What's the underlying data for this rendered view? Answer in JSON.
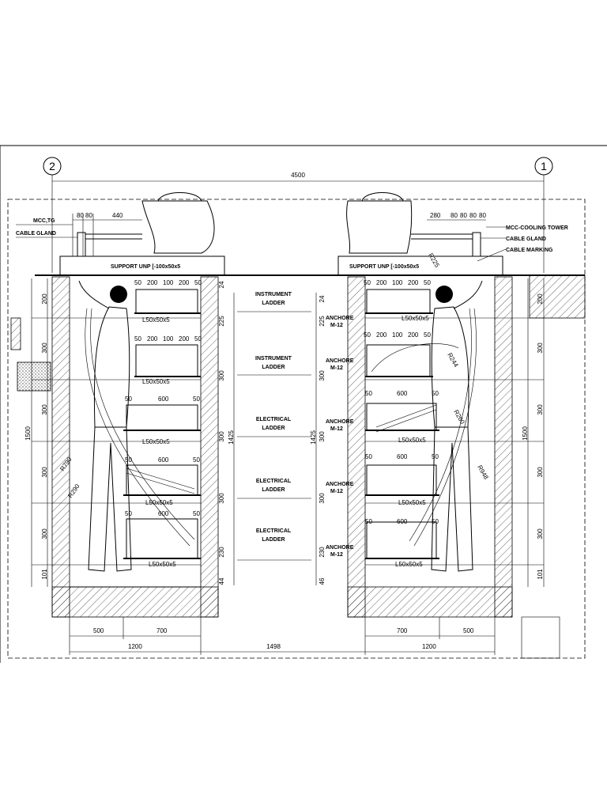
{
  "grid_markers": {
    "left": "2",
    "right": "1"
  },
  "overall_dimension": "4500",
  "left_side": {
    "callouts": {
      "tag": "MCC,TG",
      "gland": "CABLE GLAND"
    },
    "top_dims": [
      "80",
      "80",
      "440"
    ],
    "support": "SUPPORT UNP [-100x50x5",
    "vertical_dims": [
      "200",
      "300",
      "300",
      "300",
      "300",
      "101"
    ],
    "total_height": "1500",
    "tray_height_dims": [
      "225",
      "300",
      "300",
      "300",
      "230"
    ],
    "tray_top_dim": "24",
    "tray_bottom_dim": "44",
    "tray_total": "1425",
    "radius_labels": [
      "R790",
      "R290"
    ],
    "bottom_dims": [
      "500",
      "700"
    ],
    "bottom_total": "1200"
  },
  "right_side": {
    "callouts": {
      "tower": "MCC-COOLING TOWER",
      "gland": "CABLE GLAND",
      "marking": "CABLE MARKING"
    },
    "top_dims": [
      "280",
      "80",
      "80",
      "80",
      "80"
    ],
    "support": "SUPPORT UNP [-100x50x5",
    "vertical_dims": [
      "200",
      "300",
      "300",
      "300",
      "300",
      "101"
    ],
    "total_height": "1500",
    "tray_height_dims": [
      "225",
      "300",
      "300",
      "300",
      "230"
    ],
    "tray_top_dim": "24",
    "tray_bottom_dim": "46",
    "tray_total": "1425",
    "radius_labels": [
      "R225",
      "R244",
      "R260",
      "R948"
    ],
    "anchor": [
      "ANCHORE",
      "M-12"
    ],
    "bottom_dims": [
      "700",
      "500"
    ],
    "bottom_total": "1200"
  },
  "center_gap": "1498",
  "ladders": [
    {
      "name": [
        "INSTRUMENT",
        "LADDER"
      ],
      "dims": [
        "50",
        "200",
        "100",
        "200",
        "50"
      ],
      "angle": "L50x50x5"
    },
    {
      "name": [
        "INSTRUMENT",
        "LADDER"
      ],
      "dims": [
        "50",
        "200",
        "100",
        "200",
        "50"
      ],
      "angle": "L50x50x5"
    },
    {
      "name": [
        "ELECTRICAL",
        "LADDER"
      ],
      "dims": [
        "50",
        "600",
        "50"
      ],
      "angle": "L50x50x5"
    },
    {
      "name": [
        "ELECTRICAL",
        "LADDER"
      ],
      "dims": [
        "50",
        "600",
        "50"
      ],
      "angle": "L50x50x5"
    },
    {
      "name": [
        "ELECTRICAL",
        "LADDER"
      ],
      "dims": [
        "50",
        "600",
        "50"
      ],
      "angle": "L50x50x5"
    }
  ]
}
